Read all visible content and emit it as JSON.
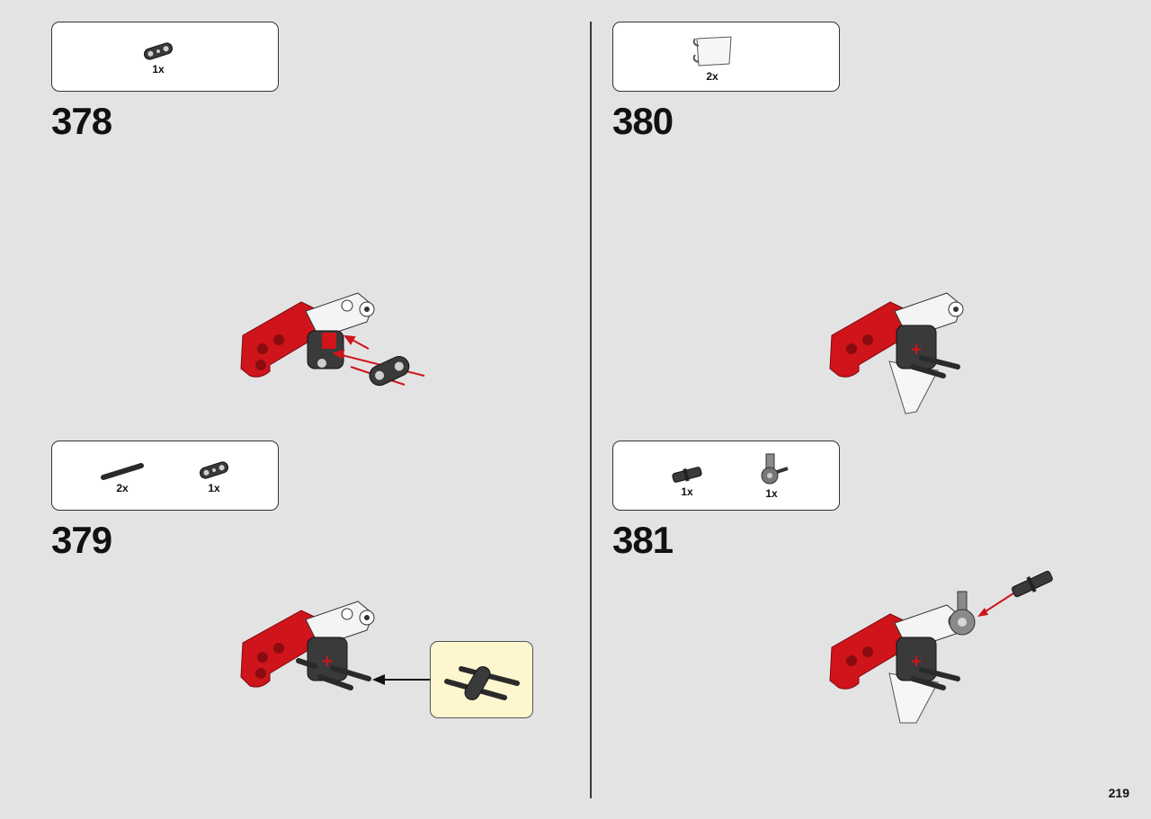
{
  "page": {
    "page_number": "219"
  },
  "steps": [
    {
      "number": "378",
      "parts": [
        {
          "icon": "liftarm-1x3-thin-icon",
          "qty": "1x"
        }
      ]
    },
    {
      "number": "379",
      "parts": [
        {
          "icon": "axle-3-icon",
          "qty": "2x"
        },
        {
          "icon": "liftarm-1x3-thin-icon",
          "qty": "1x"
        }
      ]
    },
    {
      "number": "380",
      "parts": [
        {
          "icon": "white-panel-plate-icon",
          "qty": "2x"
        }
      ]
    },
    {
      "number": "381",
      "parts": [
        {
          "icon": "axle-pin-connector-icon",
          "qty": "1x"
        },
        {
          "icon": "angle-connector-icon",
          "qty": "1x"
        }
      ]
    }
  ],
  "colors": {
    "background": "#e3e3e3",
    "red_part": "#d0141c",
    "arrow": "#d0141c",
    "dark_part": "#3a3a3a",
    "callout": "#fdf6cf"
  }
}
